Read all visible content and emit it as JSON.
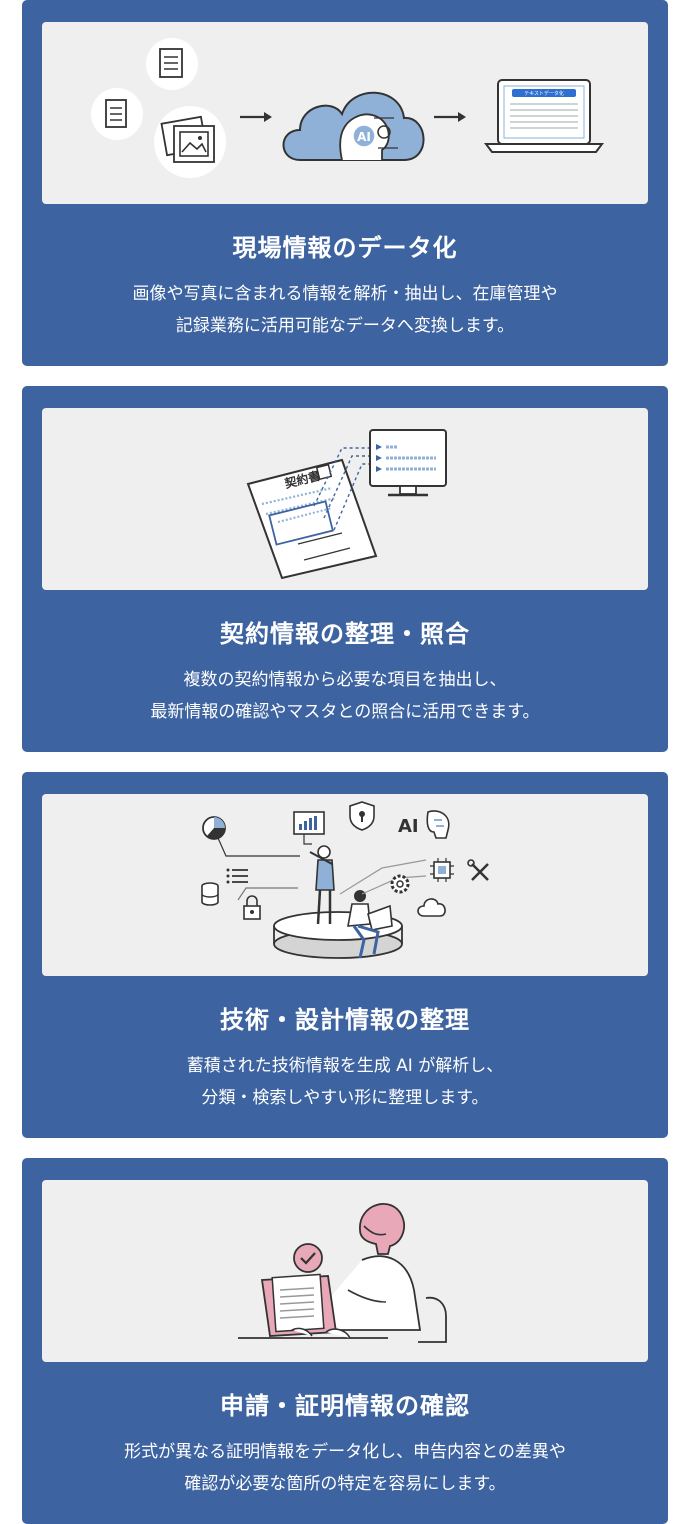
{
  "cards": [
    {
      "title": "現場情報のデータ化",
      "lines": [
        "画像や写真に含まれる情報を解析・抽出し、在庫管理や",
        "記録業務に活用可能なデータへ変換します。"
      ],
      "illustration": {
        "cloud_label": "AI",
        "laptop_heading": "テキストデータ化"
      }
    },
    {
      "title": "契約情報の整理・照合",
      "lines": [
        "複数の契約情報から必要な項目を抽出し、",
        "最新情報の確認やマスタとの照合に活用できます。"
      ],
      "illustration": {
        "document_label": "契約書"
      }
    },
    {
      "title": "技術・設計情報の整理",
      "lines": [
        "蓄積された技術情報を生成 AI が解析し、",
        "分類・検索しやすい形に整理します。"
      ],
      "illustration": {
        "ai_label": "AI"
      }
    },
    {
      "title": "申請・証明情報の確認",
      "lines": [
        "形式が異なる証明情報をデータ化し、申告内容との差異や",
        "確認が必要な箇所の特定を容易にします。"
      ],
      "illustration": {}
    }
  ],
  "colors": {
    "card_bg": "#3d63a1",
    "panel_bg": "#efefef",
    "accent_blue": "#8fb1d8",
    "accent_pink": "#e8a8b8"
  }
}
